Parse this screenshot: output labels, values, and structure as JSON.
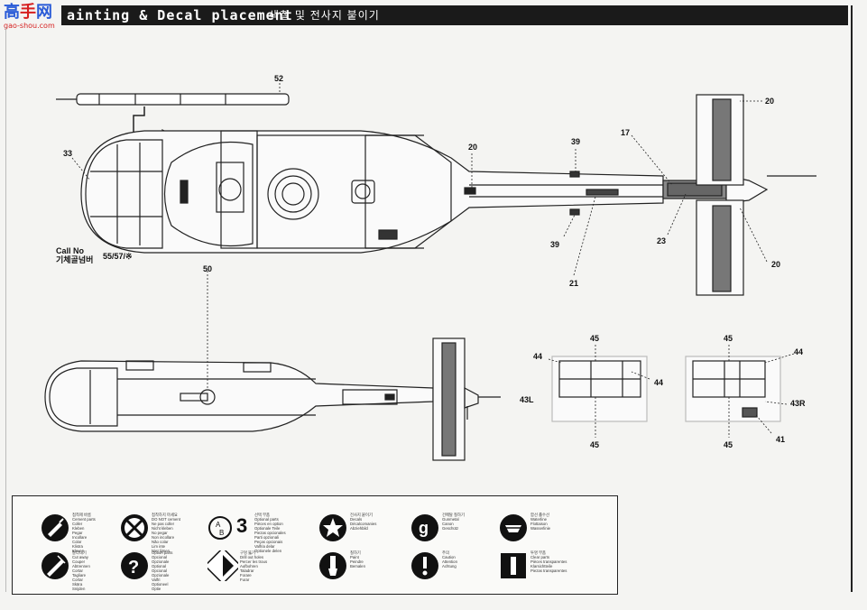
{
  "header": {
    "logo_text": "高手网",
    "logo_url": "gao-shou.com",
    "title": "ainting & Decal placement",
    "subtitle_ko": "색칠 및 전사지 붙이기"
  },
  "callouts": {
    "c52": "52",
    "c33": "33",
    "c20a": "20",
    "c39a": "39",
    "c17": "17",
    "c20b": "20",
    "c23": "23",
    "c39b": "39",
    "c21": "21",
    "c20c": "20",
    "c50": "50",
    "c44a": "44",
    "c45a": "45",
    "c45b": "45",
    "c44b": "44",
    "c44c": "44",
    "c43L": "43L",
    "c43R": "43R",
    "c41": "41",
    "c45c": "45",
    "c45d": "45"
  },
  "call_no": {
    "label": "Call No",
    "label_ko": "기체골넘버",
    "value": "55/57/※"
  },
  "legend": [
    {
      "icon": "cement-tube-icon",
      "text": "접착제 바름\nCement parts\nColler\nKleben\nPegar\nIncollare\nColar\nKlistra\nKleven"
    },
    {
      "icon": "do-not-cement-icon",
      "text": "접착하지 마세요\nDO NOT cement\nNe pas coller\nNicht kleben\nNo pegar\nNon incollare\nNão colar\nLim inte\nNiet lijmen"
    },
    {
      "icon": "optional-parts-icon",
      "num": "3",
      "text": "선택 부품\nOptional parts\nPièces en option\nOptionale Teile\nPiezas opcionales\nParti opzionali\nPeças opcionais\nValfria delar\nOptionele delen"
    },
    {
      "icon": "decal-star-icon",
      "text": "전사지 붙이기\nDecals\nDécalcomanies\nAbziehbild"
    },
    {
      "icon": "gun-metal-g-icon",
      "text": "건메탈 칠하기\nGunmetal\nCanon\nGeschütz"
    },
    {
      "icon": "ship-waterline-icon",
      "text": "함선 흘수선\nWaterline\nFlottaison\nWasserlinie"
    },
    {
      "icon": "cut-off-icon",
      "text": "잘라내기\nCut away\nCouper\nAbtrennen\nCortar\nTagliare\nCortar\nSkära\nSnijden"
    },
    {
      "icon": "question-mark-icon",
      "text": "Option parts\nOpcional\nOpzionale\nOptional\nOpcional\nOpzionale\nValfri\nOptioneel\nOptie"
    },
    {
      "icon": "aim-bit-icon",
      "text": "구멍 뚫기\nDrill out holes\nPercer les trous\nAufbohren\nTaladrar\nForare\nFurar"
    },
    {
      "icon": "brush-paint-icon",
      "text": "칠하기\nPaint\nPeindre\nBemalen"
    },
    {
      "icon": "caution-icon",
      "text": "주의\nCaution\nAttention\nAchtung"
    },
    {
      "icon": "clear-parts-icon",
      "text": "투명 부품\nClear parts\nPièces transparentes\nKlarsichtteile\nPiezas transparentes"
    }
  ]
}
